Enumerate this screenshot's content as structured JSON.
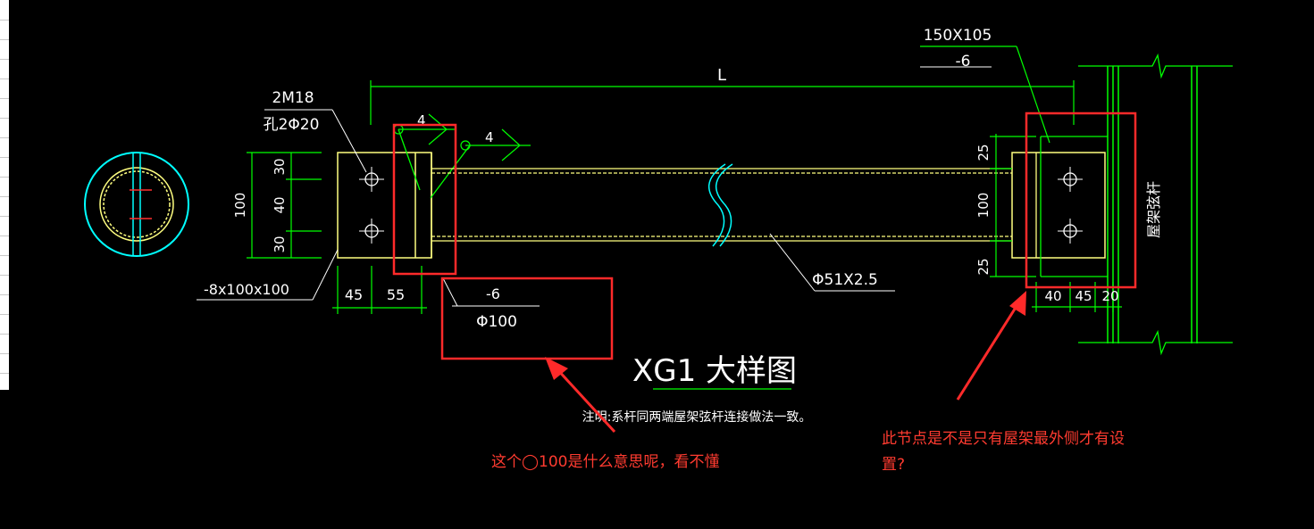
{
  "drawing": {
    "title": "XG1 大样图",
    "note": "注明:系杆同两端屋架弦杆连接做法一致。",
    "labels": {
      "span": "L",
      "plate_right_size": "150X105",
      "plate_right_thk": "-6",
      "bolts": "2M18",
      "holes": "孔2Φ20",
      "weld_left": "4",
      "weld_right": "4",
      "dim_left_30a": "30",
      "dim_left_40": "40",
      "dim_left_30b": "30",
      "dim_left_100": "100",
      "end_plate": "-8x100x100",
      "dim_45": "45",
      "dim_55": "55",
      "cap_thk": "-6",
      "cap_dia": "Φ100",
      "pipe": "Φ51X2.5",
      "dim_right_25a": "25",
      "dim_right_100": "100",
      "dim_right_25b": "25",
      "dim_right_40": "40",
      "dim_right_45": "45",
      "dim_right_20": "20",
      "chord": "屋架弦杆"
    }
  },
  "annotations": {
    "question_left": "这个◯100是什么意思呢，看不懂",
    "question_right_line1": "此节点是不是只有屋架最外侧才有设",
    "question_right_line2": "置?"
  },
  "colors": {
    "background": "#000000",
    "cad_text": "#ffffff",
    "dim_lines": "#00ff00",
    "member": "#ffff80",
    "circle": "#00ffff",
    "markup": "#ff2a2a"
  }
}
